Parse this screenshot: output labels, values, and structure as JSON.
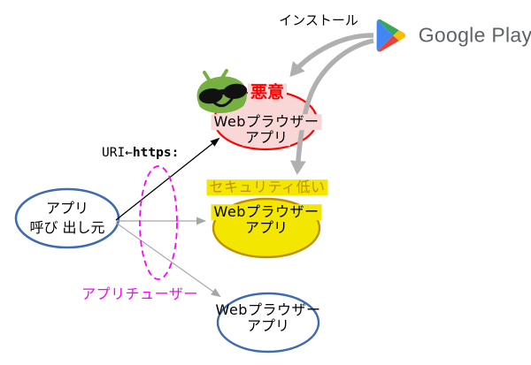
{
  "diagram": {
    "install_label": "インストール",
    "google_play_label": "Google Play",
    "malicious_label": "悪意",
    "low_security_label": "セキュリティ低い",
    "app_chooser_label": "アプリチューザー",
    "uri": {
      "prefix": "URI←",
      "scheme": "https:"
    },
    "nodes": {
      "caller": {
        "line1": "アプリ",
        "line2": "呼び 出し元"
      },
      "malicious_browser": {
        "line1": "Webプラウザー",
        "line2": "アプリ"
      },
      "low_security_browser": {
        "line1": "Webプラウザー",
        "line2": "アプリ"
      },
      "normal_browser": {
        "line1": "Webプラウザー",
        "line2": "アプリ"
      }
    },
    "icons": {
      "store": "google-play-icon",
      "malware": "android-robot-sunglasses-icon"
    },
    "colors": {
      "malicious_border": "#ff0000",
      "malicious_fill": "#f9d7d7",
      "malicious_text": "#ff0000",
      "low_security_border": "#bf8f00",
      "low_security_fill": "#f3e600",
      "low_security_text": "#bf9000",
      "node_border_blue": "#3f6cb0",
      "chooser_magenta": "#ff00ff",
      "arrow_thick_gray": "#b0b0b0",
      "arrow_thin_gray": "#a6a6a6",
      "google_play_text": "#5f6368",
      "play_blue": "#4285f4",
      "play_green": "#34a853",
      "play_yellow": "#fbbc04",
      "play_red": "#ea4335",
      "android_green": "#76b041"
    }
  }
}
